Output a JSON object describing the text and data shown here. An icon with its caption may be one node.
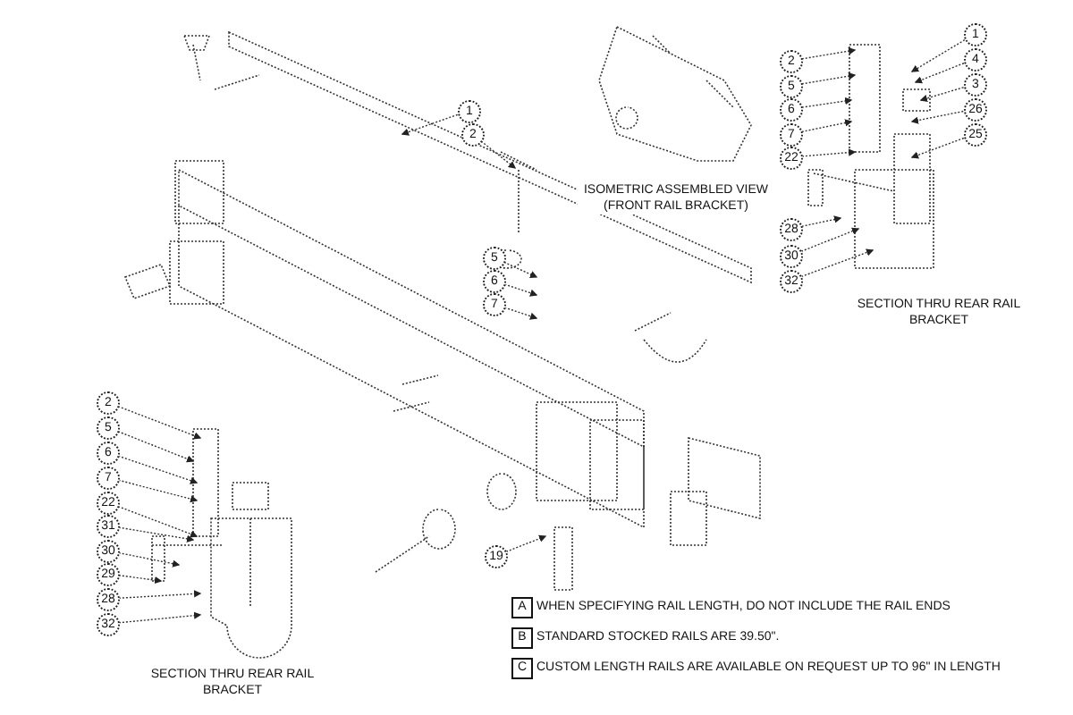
{
  "diagram": {
    "nodes": [
      {
        "text": [
          "2"
        ]
      },
      {
        "text": [
          "5"
        ]
      },
      {
        "text": [
          "6"
        ]
      },
      {
        "text": [
          "7"
        ]
      },
      {
        "text": [
          "22"
        ]
      },
      {
        "text": [
          "1"
        ]
      },
      {
        "text": [
          "4"
        ]
      },
      {
        "text": [
          "3"
        ]
      },
      {
        "text": [
          "26"
        ]
      },
      {
        "text": [
          "25"
        ]
      },
      {
        "text": [
          "28"
        ]
      },
      {
        "text": [
          "30"
        ]
      },
      {
        "text": [
          "32"
        ]
      },
      {
        "text": [
          "2"
        ]
      },
      {
        "text": [
          "5"
        ]
      },
      {
        "text": [
          "6"
        ]
      },
      {
        "text": [
          "7"
        ]
      },
      {
        "text": [
          "22"
        ]
      },
      {
        "text": [
          "31"
        ]
      },
      {
        "text": [
          "30"
        ]
      },
      {
        "text": [
          "29"
        ]
      },
      {
        "text": [
          "28"
        ]
      },
      {
        "text": [
          "32"
        ]
      },
      {
        "text": [
          "1"
        ]
      },
      {
        "text": [
          "2"
        ]
      },
      {
        "text": [
          "5"
        ]
      },
      {
        "text": [
          "6"
        ]
      },
      {
        "text": [
          "7"
        ]
      },
      {
        "text": [
          "19"
        ]
      }
    ],
    "edges": [
      {
        "from": 0,
        "to": null,
        "arrow": "to"
      },
      {
        "from": 1,
        "to": null,
        "arrow": "to"
      },
      {
        "from": 2,
        "to": null,
        "arrow": "to"
      },
      {
        "from": 3,
        "to": null,
        "arrow": "to"
      },
      {
        "from": 4,
        "to": null,
        "arrow": "to"
      },
      {
        "from": 5,
        "to": null,
        "arrow": "to"
      },
      {
        "from": 6,
        "to": null,
        "arrow": "to"
      },
      {
        "from": 7,
        "to": null,
        "arrow": "to"
      },
      {
        "from": 8,
        "to": null,
        "arrow": "to"
      },
      {
        "from": 9,
        "to": null,
        "arrow": "to"
      },
      {
        "from": 10,
        "to": null,
        "arrow": "to"
      },
      {
        "from": 11,
        "to": null,
        "arrow": "to"
      },
      {
        "from": 12,
        "to": null,
        "arrow": "to"
      },
      {
        "from": 13,
        "to": null,
        "arrow": "to"
      },
      {
        "from": 14,
        "to": null,
        "arrow": "to"
      },
      {
        "from": 15,
        "to": null,
        "arrow": "to"
      },
      {
        "from": 16,
        "to": null,
        "arrow": "to"
      },
      {
        "from": 17,
        "to": null,
        "arrow": "to"
      },
      {
        "from": 18,
        "to": null,
        "arrow": "to"
      },
      {
        "from": 19,
        "to": null,
        "arrow": "to"
      },
      {
        "from": 20,
        "to": null,
        "arrow": "to"
      },
      {
        "from": 21,
        "to": null,
        "arrow": "to"
      },
      {
        "from": 22,
        "to": null,
        "arrow": "to"
      },
      {
        "from": 23,
        "to": null,
        "arrow": "to"
      },
      {
        "from": 24,
        "to": null,
        "arrow": "to"
      },
      {
        "from": 25,
        "to": null,
        "arrow": "to"
      },
      {
        "from": 26,
        "to": null,
        "arrow": "to"
      },
      {
        "from": 27,
        "to": null,
        "arrow": "to"
      },
      {
        "from": 28,
        "to": null,
        "arrow": "to"
      }
    ],
    "labels": [
      "ISOMETRIC ASSEMBLED VIEW (FRONT RAIL BRACKET)",
      "SECTION THRU REAR RAIL BRACKET",
      "SECTION THRU REAR RAIL BRACKET",
      "A",
      "WHEN SPECIFYING RAIL LENGTH, DO NOT INCLUDE THE RAIL ENDS",
      "B",
      "STANDARD STOCKED RAILS ARE 39.50\".",
      "C",
      "CUSTOM LENGTH RAILS ARE AVAILABLE ON REQUEST UP TO 96\" IN LENGTH"
    ]
  }
}
